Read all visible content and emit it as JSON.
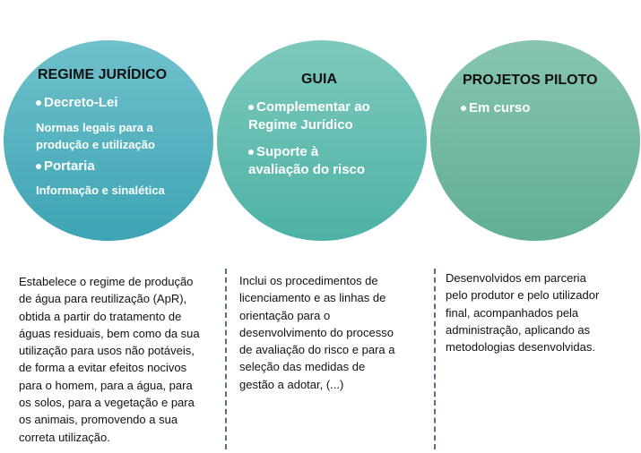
{
  "circles": [
    {
      "title": "REGIME JURÍDICO",
      "items": [
        {
          "bullet": "Decreto-Lei",
          "detail": [
            "Normas legais para a",
            "produção e utilização"
          ]
        },
        {
          "bullet": "Portaria",
          "detail": [
            "Informação e sinalética"
          ]
        }
      ]
    },
    {
      "title": "GUIA",
      "items": [
        {
          "bullet": [
            "Complementar ao",
            "Regime Jurídico"
          ]
        },
        {
          "bullet": [
            "Suporte à",
            "avaliação do risco"
          ]
        }
      ]
    },
    {
      "title": "PROJETOS  PILOTO",
      "items": [
        {
          "bullet": "Em curso"
        }
      ]
    }
  ],
  "descriptions": [
    [
      "Estabelece o regime de produção",
      "de água para reutilização (ApR),",
      "obtida a partir do tratamento de",
      "águas residuais, bem como da sua",
      "utilização para usos não potáveis,",
      "de forma a evitar efeitos nocivos",
      "para o homem,  para a água, para",
      "os solos, para a vegetação e para",
      "os animais, promovendo  a sua",
      "correta utilização."
    ],
    [
      "Inclui os procedimentos  de",
      "licenciamento e as linhas de",
      "orientação para o",
      "desenvolvimento do processo",
      "de avaliação do risco e para a",
      "seleção das medidas de",
      "gestão a adotar, (...)"
    ],
    [
      "Desenvolvidos em parceria",
      "pelo produtor  e pelo utilizador",
      "final, acompanhados pela",
      "administração, aplicando as",
      "metodologias desenvolvidas."
    ]
  ],
  "colors": {
    "c1": "#3ea4b4",
    "c2": "#4db2a5",
    "c3": "#60ae93",
    "divider": "#5a6e80"
  }
}
